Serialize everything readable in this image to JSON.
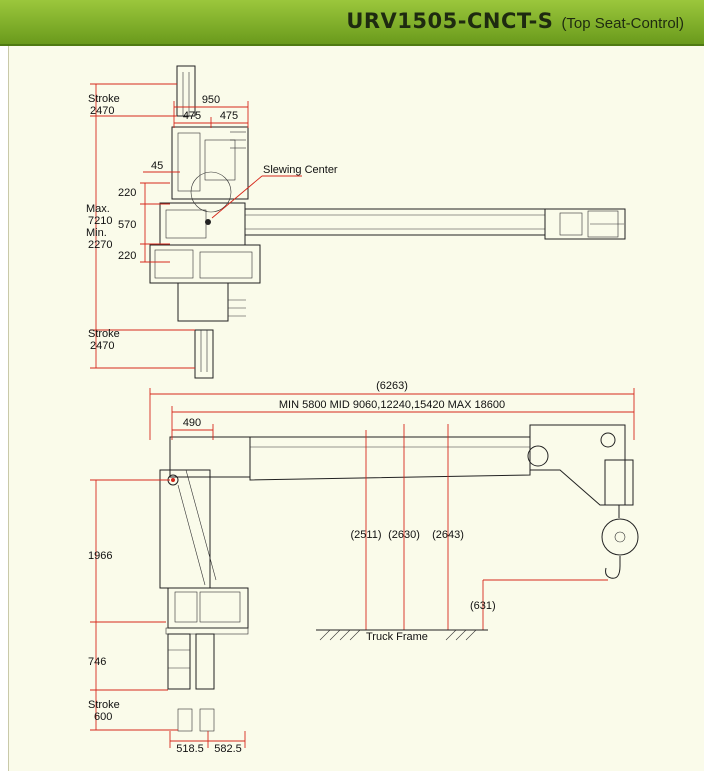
{
  "header": {
    "model": "URV1505-CNCT-S",
    "subtitle": "(Top Seat-Control)",
    "background": "#7fae2a"
  },
  "top_view": {
    "stroke_top_label": "Stroke",
    "stroke_top_value": "2470",
    "width_950": "950",
    "half_left": "475",
    "half_right": "475",
    "dim_45": "45",
    "slewing_center": "Slewing Center",
    "dim_220_top": "220",
    "max_label": "Max.",
    "max_value": "7210",
    "min_label": "Min.",
    "min_value": "2270",
    "dim_570": "570",
    "dim_220_bottom": "220",
    "stroke_bottom_label": "Stroke",
    "stroke_bottom_value": "2470"
  },
  "side_view": {
    "overall": "(6263)",
    "boom_lengths": "MIN 5800   MID 9060,12240,15420   MAX 18600",
    "dim_490": "490",
    "height_2511": "(2511)",
    "height_2630": "(2630)",
    "height_2643": "(2643)",
    "dim_1966": "1966",
    "dim_631": "(631)",
    "truck_frame": "Truck Frame",
    "dim_746": "746",
    "stroke_label": "Stroke",
    "stroke_value": "600",
    "dim_518_5": "518.5",
    "dim_582_5": "582.5"
  },
  "colors": {
    "dimension_line": "#d6281c",
    "drawing_line": "#222222",
    "panel": "#fafbea"
  }
}
